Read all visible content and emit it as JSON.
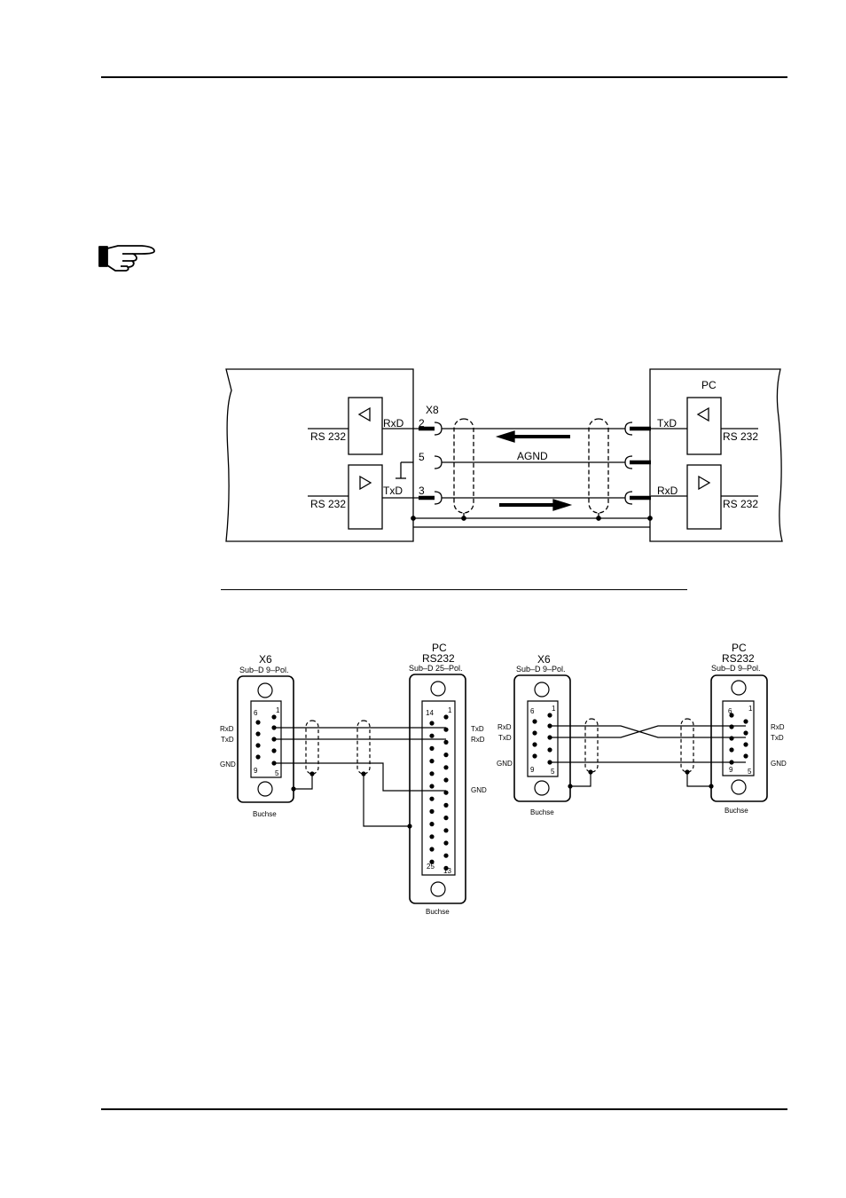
{
  "diagram_top": {
    "connector": "X8",
    "pin_rxd": "2",
    "pin_agnd": "5",
    "pin_txd": "3",
    "servo_rxd": "RxD",
    "servo_txd": "TxD",
    "servo_rs232_a": "RS 232",
    "servo_rs232_b": "RS 232",
    "pc_title": "PC",
    "pc_txd": "TxD",
    "pc_rxd": "RxD",
    "pc_rs232_a": "RS 232",
    "pc_rs232_b": "RS 232",
    "agnd": "AGND"
  },
  "diagram_left": {
    "x6_title": "X6",
    "x6_sub": "Sub–D  9–Pol.",
    "x6_pin6": "6",
    "x6_pin1": "1",
    "x6_pin9": "9",
    "x6_pin5": "5",
    "rxd": "RxD",
    "txd": "TxD",
    "gnd": "GND",
    "x6_buchse": "Buchse",
    "pc_title": "PC",
    "pc_sub1": "RS232",
    "pc_sub2": "Sub–D  25–Pol.",
    "pc_pin14": "14",
    "pc_pin1": "1",
    "pc_pin25": "25",
    "pc_pin13": "13",
    "pc_txd": "TxD",
    "pc_rxd": "RxD",
    "pc_gnd": "GND",
    "pc_buchse": "Buchse"
  },
  "diagram_right": {
    "x6_title": "X6",
    "x6_sub": "Sub–D  9–Pol.",
    "x6_pin6": "6",
    "x6_pin1": "1",
    "x6_pin9": "9",
    "x6_pin5": "5",
    "rxd": "RxD",
    "txd": "TxD",
    "gnd": "GND",
    "x6_buchse": "Buchse",
    "pc_title": "PC",
    "pc_sub1": "RS232",
    "pc_sub2": "Sub–D  9–Pol.",
    "pc_pin6": "6",
    "pc_pin1": "1",
    "pc_pin9": "9",
    "pc_pin5": "5",
    "pc_rxd": "RxD",
    "pc_txd": "TxD",
    "pc_gnd": "GND",
    "pc_buchse": "Buchse"
  }
}
